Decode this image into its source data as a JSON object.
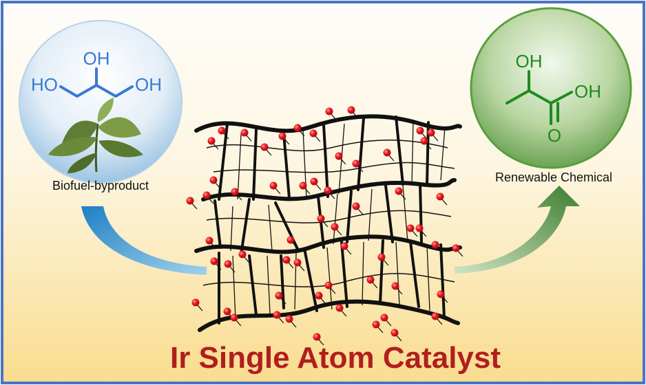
{
  "title": "Ir Single Atom Catalyst",
  "left": {
    "label": "Biofuel-byproduct",
    "oh_top": "OH",
    "oh_left": "HO",
    "oh_right": "OH",
    "color": "#3a78d6"
  },
  "right": {
    "label": "Renewable Chemical",
    "oh_top": "OH",
    "oh_right": "OH",
    "o_bottom": "O",
    "color": "#1f8a1f"
  },
  "colors": {
    "border": "#4a74c4",
    "title": "#b11e1e",
    "atom": "#e3141b",
    "arrow_left": "#2a8cc7",
    "arrow_right": "#4f8a3a"
  }
}
